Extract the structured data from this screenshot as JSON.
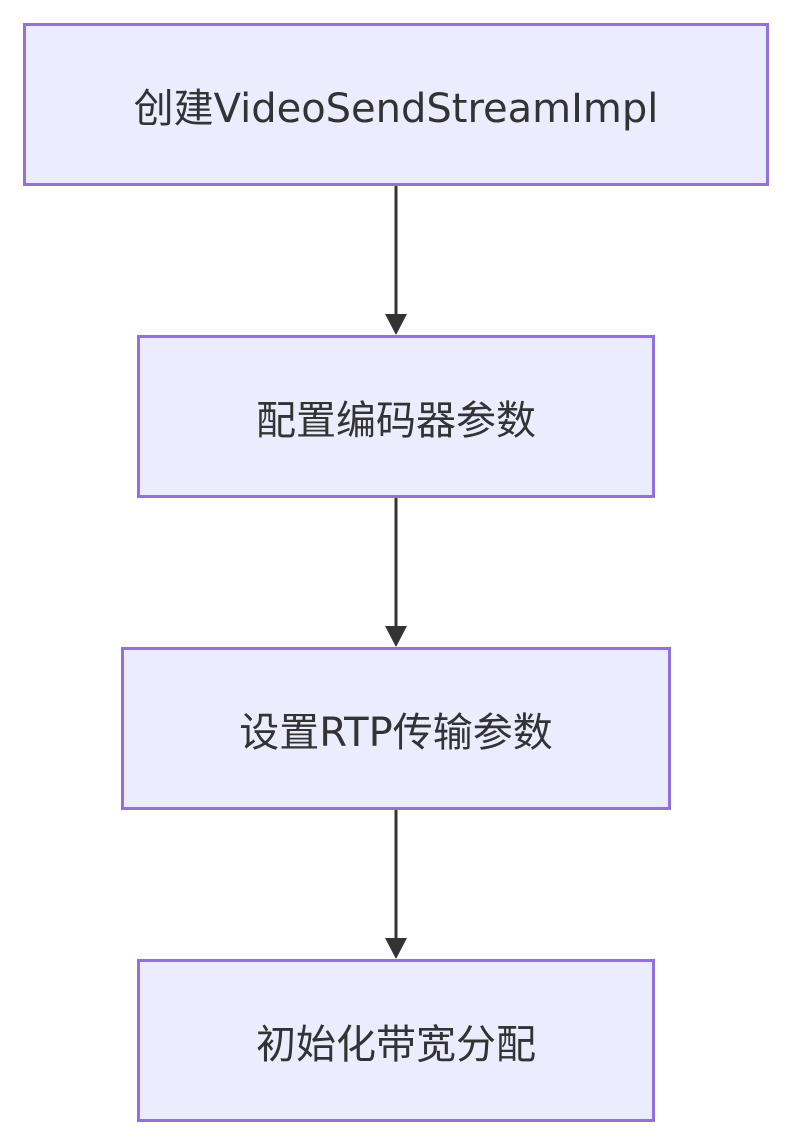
{
  "flowchart": {
    "nodes": [
      {
        "id": "n1",
        "label": "创建VideoSendStreamImpl"
      },
      {
        "id": "n2",
        "label": "配置编码器参数"
      },
      {
        "id": "n3",
        "label": "设置RTP传输参数"
      },
      {
        "id": "n4",
        "label": "初始化带宽分配"
      }
    ],
    "edges": [
      {
        "from": "n1",
        "to": "n2"
      },
      {
        "from": "n2",
        "to": "n3"
      },
      {
        "from": "n3",
        "to": "n4"
      }
    ]
  },
  "colors": {
    "node_fill": "#ececff",
    "node_border": "#9370db",
    "edge": "#333333",
    "text": "#333333"
  }
}
